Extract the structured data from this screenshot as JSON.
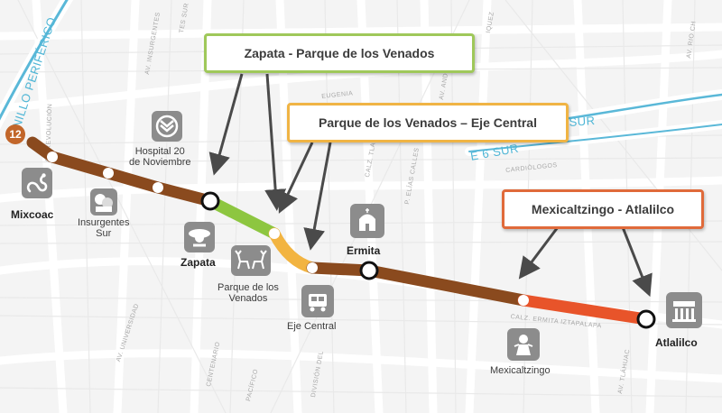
{
  "map": {
    "line_number": "12",
    "highway_labels": {
      "anillo": "ANILLO PERIFÉRICO",
      "eje_sur_a": "SUR",
      "eje_sur_b": "E 6 SUR"
    },
    "street_labels": {
      "revolucion": "AV. REVOLUCIÓN",
      "insurgentes": "AV. INSURGENTES",
      "tes_sur": "TES SUR",
      "eugenia": "EUGENIA",
      "cardiologos": "CARDIÓLOGOS",
      "tlalpan": "CALZ. TLALPAN",
      "plutarco": "P. ELÍAS CALLES",
      "andres": "AV. ANDRÉS",
      "iquez": "IQUEZ",
      "ermita_iztapalapa": "CALZ. ERMITA IZTAPALAPA",
      "universidad": "AV. UNIVERSIDAD",
      "centenario": "CENTENARIO",
      "pacifico": "PACÍFICO",
      "division": "DIVISIÓN DEL",
      "tlahuac": "AV. TLÁHUAC",
      "rio_churub": "AV. RIO CH"
    },
    "callouts": {
      "zapata": "Zapata - Parque de los Venados",
      "venados": "Parque de los Venados – Eje Central",
      "mexicaltzingo": "Mexicaltzingo - Atlalilco"
    },
    "colors": {
      "main_line": "#8a4a1e",
      "segment_green": "#8dc640",
      "segment_yellow": "#f2b441",
      "segment_orange": "#e8542a",
      "callout_green": "#9fc85a",
      "callout_yellow": "#f0b444",
      "callout_orange": "#e06a3a",
      "highway": "#5ab8d8"
    },
    "stations": {
      "mixcoac": "Mixcoac",
      "insurgentes_1": "Insurgentes",
      "insurgentes_2": "Sur",
      "hospital_1": "Hospital 20",
      "hospital_2": "de Noviembre",
      "zapata": "Zapata",
      "venados_1": "Parque de los",
      "venados_2": "Venados",
      "eje_central": "Eje Central",
      "ermita": "Ermita",
      "mexicaltzingo": "Mexicaltzingo",
      "atlalilco": "Atlalilco"
    },
    "icons": {
      "mixcoac": "snake-icon",
      "insurgentes": "heads-icon",
      "hospital": "hospital-icon",
      "zapata": "zapata-icon",
      "venados": "deer-icon",
      "eje_central": "eje-central-icon",
      "ermita": "ermita-icon",
      "mexicaltzingo": "mexicaltzingo-icon",
      "atlalilco": "atlalilco-icon"
    }
  }
}
